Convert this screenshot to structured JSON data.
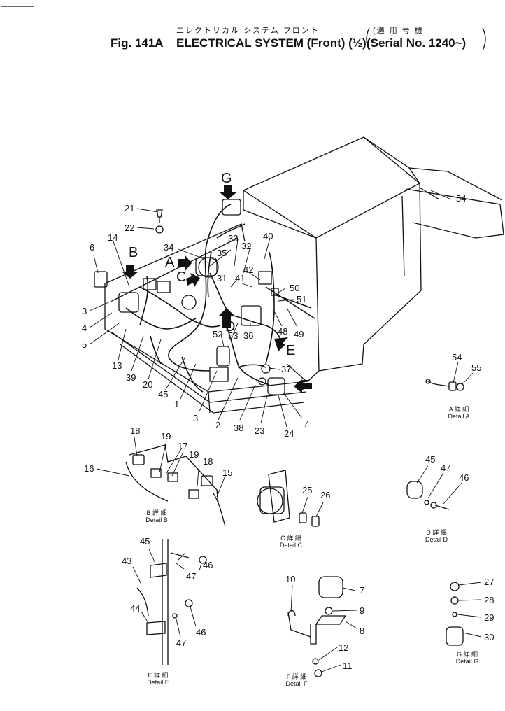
{
  "header": {
    "rule": "",
    "jp_title": "エレクトリカル システム フロント",
    "fig": "Fig. 141A",
    "title": "ELECTRICAL SYSTEM (Front) (½)",
    "serial_jp": "(適 用 号 機",
    "serial": "(Serial No. 1240~)"
  },
  "view_letters": [
    "A",
    "B",
    "C",
    "D",
    "E",
    "F",
    "G"
  ],
  "callouts": [
    "1",
    "2",
    "3",
    "4",
    "5",
    "6",
    "7",
    "8",
    "9",
    "10",
    "11",
    "12",
    "13",
    "14",
    "15",
    "16",
    "17",
    "18",
    "19",
    "20",
    "21",
    "22",
    "23",
    "24",
    "25",
    "26",
    "27",
    "28",
    "29",
    "30",
    "31",
    "32",
    "33",
    "34",
    "35",
    "36",
    "37",
    "38",
    "39",
    "40",
    "41",
    "42",
    "43",
    "44",
    "45",
    "46",
    "47",
    "48",
    "49",
    "50",
    "51",
    "52",
    "53",
    "54",
    "55"
  ],
  "details": {
    "a": {
      "jp": "A 詳 細",
      "en": "Detail A"
    },
    "b": {
      "jp": "B 詳 細",
      "en": "Detail B"
    },
    "c": {
      "jp": "C 詳 細",
      "en": "Detail C"
    },
    "d": {
      "jp": "D 詳 細",
      "en": "Detail D"
    },
    "e": {
      "jp": "E 詳 細",
      "en": "Detail E"
    },
    "f": {
      "jp": "F 詳 細",
      "en": "Detail F"
    },
    "g": {
      "jp": "G 詳 細",
      "en": "Detail G"
    }
  }
}
